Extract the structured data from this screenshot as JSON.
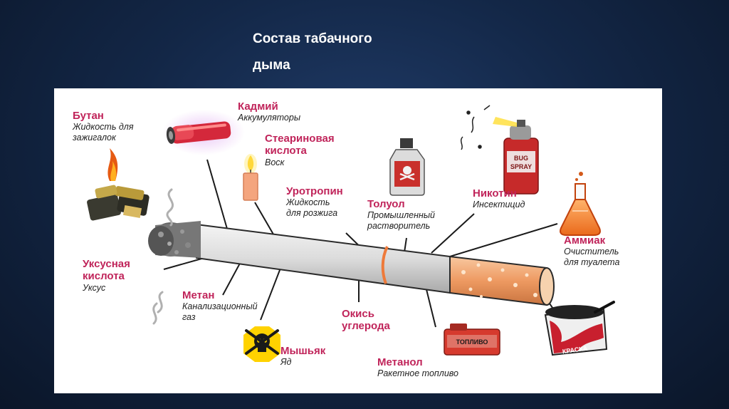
{
  "slide": {
    "title_line1": "Состав табачного",
    "title_line2": "дыма"
  },
  "colors": {
    "label": "#c0245a",
    "background": "#132747"
  },
  "labels": {
    "butane": {
      "name": "Бутан",
      "desc1": "Жидкость для",
      "desc2": "зажигалок"
    },
    "cadmium": {
      "name": "Кадмий",
      "desc1": "Аккумуляторы"
    },
    "stearic": {
      "name1": "Стеариновая",
      "name2": "кислота",
      "desc1": "Воск"
    },
    "urotropin": {
      "name": "Уротропин",
      "desc1": "Жидкость",
      "desc2": "для розжига"
    },
    "toluene": {
      "name": "Толуол",
      "desc1": "Промышленный",
      "desc2": "растворитель"
    },
    "nicotine": {
      "name": "Никотин",
      "desc1": "Инсектицид"
    },
    "ammonia": {
      "name": "Аммиак",
      "desc1": "Очиститель",
      "desc2": "для туалета"
    },
    "acetic": {
      "name1": "Уксусная",
      "name2": "кислота",
      "desc1": "Уксус"
    },
    "methane": {
      "name": "Метан",
      "desc1": "Канализационный",
      "desc2": "газ"
    },
    "arsenic": {
      "name": "Мышьяк",
      "desc1": "Яд"
    },
    "co": {
      "name1": "Окись",
      "name2": "углерода"
    },
    "methanol": {
      "name": "Метанол",
      "desc1": "Ракетное топливо"
    }
  },
  "illustrations": {
    "spray_label_1": "BUG",
    "spray_label_2": "SPRAY",
    "fuel_can_label": "ТОПЛИВО",
    "paint_can_label": "КРАСКА"
  }
}
